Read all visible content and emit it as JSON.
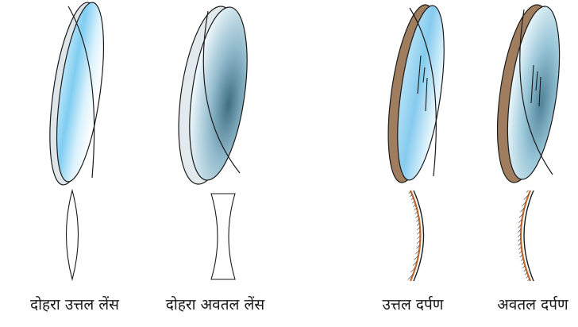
{
  "items": [
    {
      "id": "double-convex-lens",
      "caption": "दोहरा उत्तल लेंस"
    },
    {
      "id": "double-concave-lens",
      "caption": "दोहरा अवतल लेंस"
    },
    {
      "id": "convex-mirror",
      "caption": "उत्तल दर्पण"
    },
    {
      "id": "concave-mirror",
      "caption": "अवतल दर्पण"
    }
  ],
  "colors": {
    "glass_light": "#e8f6fd",
    "glass_blue": "#8fd0ef",
    "glass_dark": "#5a8ea6",
    "rim": "#d7dde0",
    "mirror_backing": "#a07d5e",
    "outline": "#1a1a1a",
    "mirror_stroke": "#c46b2f"
  }
}
